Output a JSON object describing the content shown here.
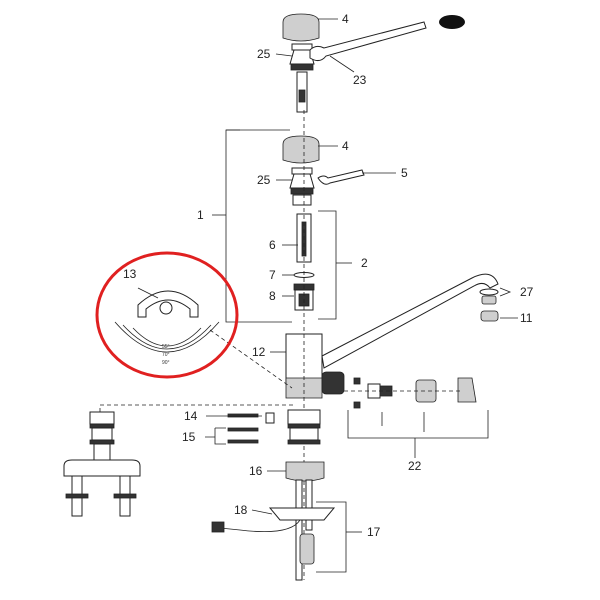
{
  "diagram": {
    "labels": {
      "l4a": "4",
      "l25a": "25",
      "l23": "23",
      "l4b": "4",
      "l25b": "25",
      "l5": "5",
      "l1": "1",
      "l2": "2",
      "l6": "6",
      "l7": "7",
      "l8": "8",
      "l27": "27",
      "l11": "11",
      "l12": "12",
      "l13": "13",
      "l14": "14",
      "l15": "15",
      "l16": "16",
      "l17": "17",
      "l18": "18",
      "l22": "22"
    },
    "inset": {
      "angles": [
        "55°",
        "70°",
        "90°"
      ]
    },
    "colors": {
      "highlight": "#e02020",
      "ink": "#222222"
    }
  }
}
